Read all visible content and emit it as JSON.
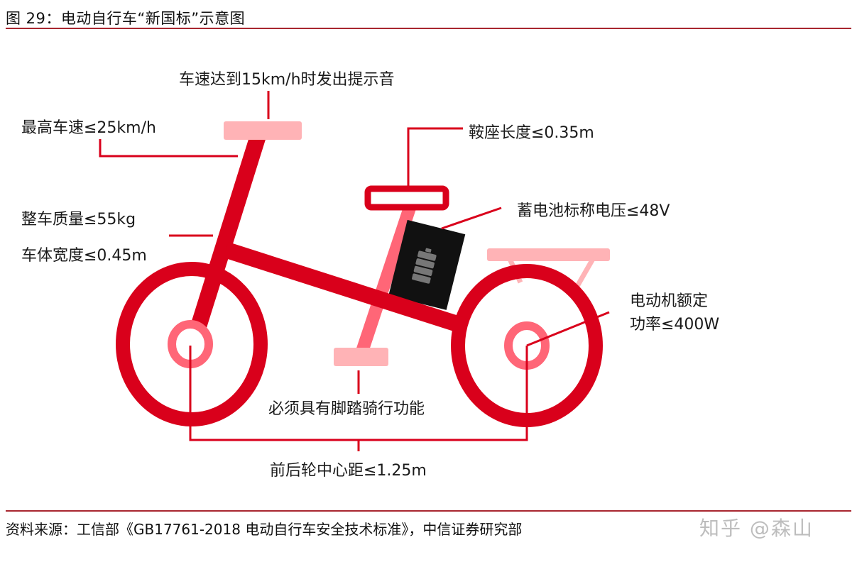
{
  "figure": {
    "title": "图 29：电动自行车“新国标”示意图",
    "source": "资料来源：工信部《GB17761-2018 电动自行车安全技术标准》，中信证券研究部",
    "watermark": "知乎 @森山"
  },
  "diagram": {
    "subject": "electric bicycle",
    "colors": {
      "frame": "#d9001b",
      "light_parts": "#ffb3b6",
      "seat_post": "#ff6677",
      "battery": "#111111",
      "battery_icon": "#777777",
      "leader_lines": "#d9001b",
      "rule": "#a8262f"
    },
    "annotations": {
      "speed_alert": "车速达到15km/h时发出提示音",
      "max_speed": "最高车速≤25km/h",
      "saddle_length": "鞍座长度≤0.35m",
      "battery_voltage": "蓄电池标称电压≤48V",
      "weight": "整车质量≤55kg",
      "width": "车体宽度≤0.45m",
      "motor_power_line1": "电动机额定",
      "motor_power_line2": "功率≤400W",
      "pedal": "必须具有脚踏骑行功能",
      "wheelbase": "前后轮中心距≤1.25m"
    }
  }
}
